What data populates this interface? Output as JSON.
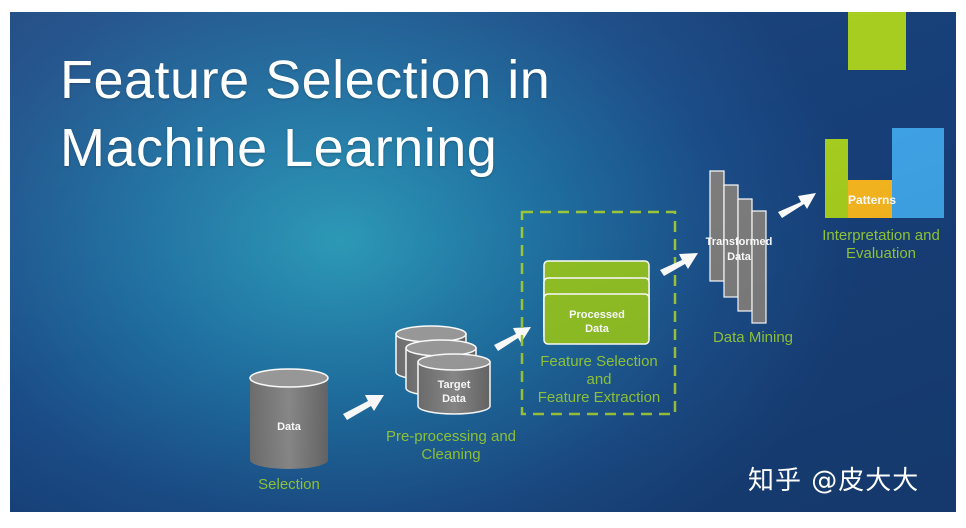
{
  "title": {
    "line1": "Feature Selection in",
    "line2": "Machine Learning"
  },
  "steps": {
    "data": {
      "label": "Data",
      "caption": "Selection"
    },
    "target": {
      "label_l1": "Target",
      "label_l2": "Data",
      "caption_l1": "Pre-processing and",
      "caption_l2": "Cleaning"
    },
    "processed": {
      "label_l1": "Processed",
      "label_l2": "Data",
      "caption_l1": "Feature Selection",
      "caption_l2": "and",
      "caption_l3": "Feature Extraction"
    },
    "transformed": {
      "label_l1": "Transformed",
      "label_l2": "Data",
      "caption": "Data Mining"
    },
    "patterns": {
      "label": "Patterns",
      "caption_l1": "Interpretation and",
      "caption_l2": "Evaluation"
    }
  },
  "watermark": "知乎 @皮大大",
  "colors": {
    "accent_green": "#a6cd1f",
    "caption_green": "#93c83a",
    "cylinder_gray": "#7d7d7d",
    "bar_blue": "#3fa3e6",
    "bar_orange": "#f6b61f"
  }
}
